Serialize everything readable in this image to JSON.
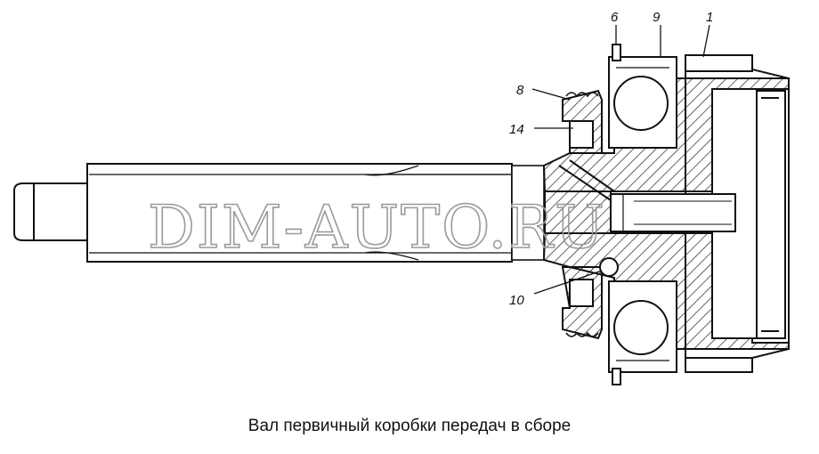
{
  "drawing": {
    "callouts": {
      "c6": "6",
      "c9": "9",
      "c1": "1",
      "c8": "8",
      "c14": "14",
      "c10": "10"
    },
    "watermark": "DIM-AUTO.RU",
    "caption": "Вал первичный коробки передач в сборе"
  },
  "colors": {
    "line": "#111111",
    "hatch": "#222222",
    "watermark": "#9a9a9a",
    "background": "#ffffff"
  }
}
